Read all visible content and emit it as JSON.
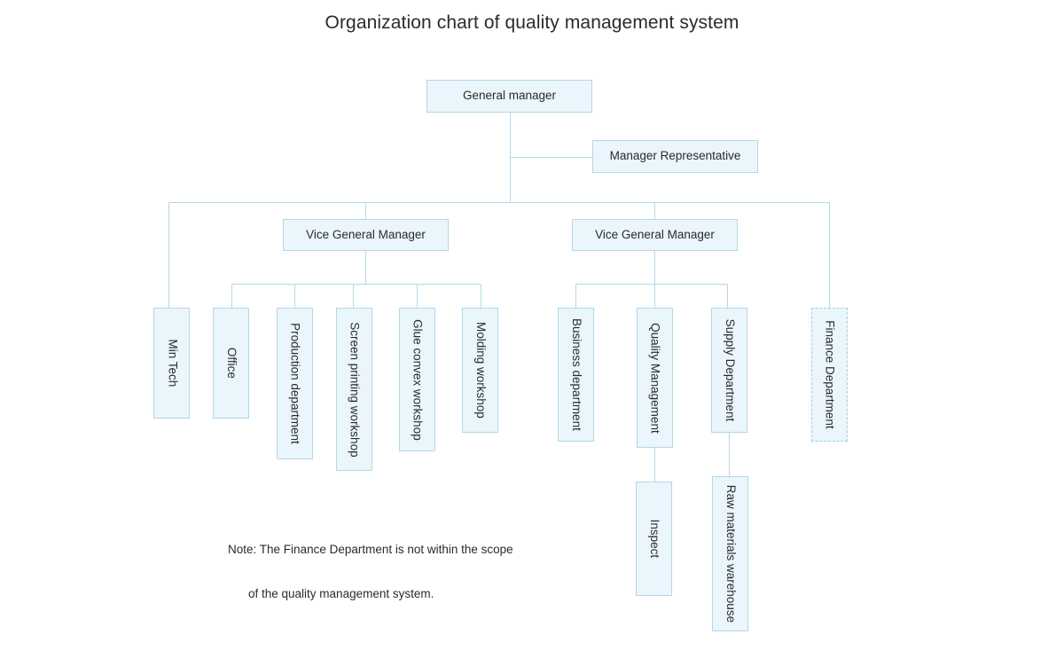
{
  "title": "Organization chart of quality management system",
  "theme": {
    "node_fill": "#eaf6fc",
    "node_border": "#b4d7e6",
    "connector": "#b4d7e6",
    "text": "#2b2b2b",
    "background": "#ffffff"
  },
  "nodes": {
    "general_manager": {
      "label": "General manager",
      "orientation": "horizontal",
      "border": "solid"
    },
    "manager_representative": {
      "label": "Manager Representative",
      "orientation": "horizontal",
      "border": "solid"
    },
    "vice_general_manager_left": {
      "label": "Vice General Manager",
      "orientation": "horizontal",
      "border": "solid"
    },
    "vice_general_manager_right": {
      "label": "Vice General Manager",
      "orientation": "horizontal",
      "border": "solid"
    },
    "min_tech": {
      "label": "Min Tech",
      "orientation": "vertical",
      "border": "solid"
    },
    "office": {
      "label": "Office",
      "orientation": "vertical",
      "border": "solid"
    },
    "production_department": {
      "label": "Production department",
      "orientation": "vertical",
      "border": "solid"
    },
    "screen_printing_workshop": {
      "label": "Screen printing workshop",
      "orientation": "vertical",
      "border": "solid"
    },
    "glue_convex_workshop": {
      "label": "Glue convex workshop",
      "orientation": "vertical",
      "border": "solid"
    },
    "molding_workshop": {
      "label": "Molding workshop",
      "orientation": "vertical",
      "border": "solid"
    },
    "business_department": {
      "label": "Business department",
      "orientation": "vertical",
      "border": "solid"
    },
    "quality_management": {
      "label": "Quality Management",
      "orientation": "vertical",
      "border": "solid"
    },
    "supply_department": {
      "label": "Supply Department",
      "orientation": "vertical",
      "border": "solid"
    },
    "finance_department": {
      "label": "Finance Department",
      "orientation": "vertical",
      "border": "dashed"
    },
    "inspect": {
      "label": "Inspect",
      "orientation": "vertical",
      "border": "solid"
    },
    "raw_materials_warehouse": {
      "label": "Raw materials warehouse",
      "orientation": "vertical",
      "border": "solid"
    }
  },
  "note": {
    "line1": "Note: The Finance Department is not within the scope",
    "line2": "of the quality management system."
  }
}
